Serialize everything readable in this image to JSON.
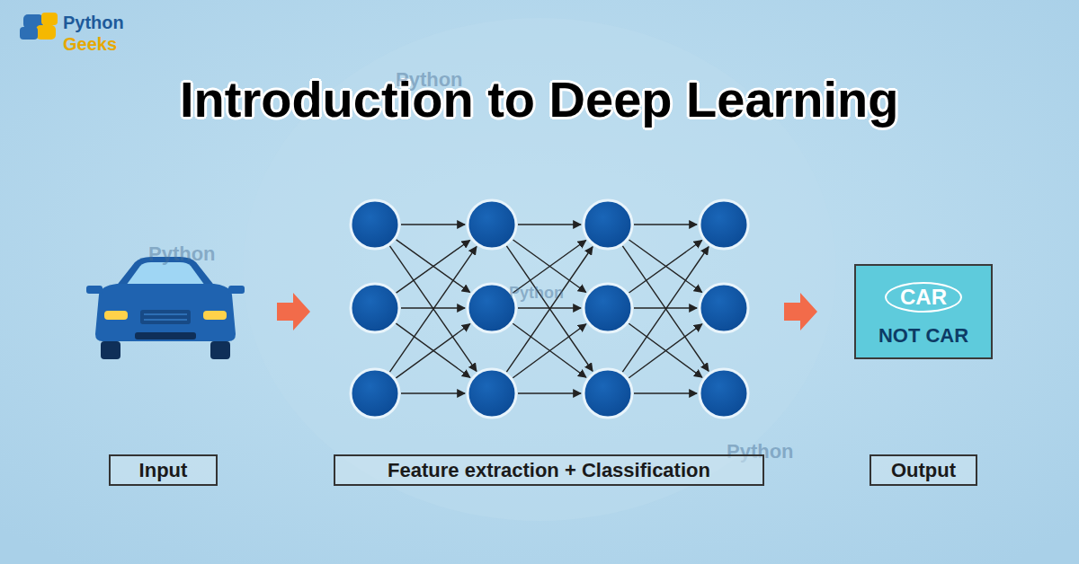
{
  "diagram": {
    "title": "Introduction to Deep Learning",
    "nodes": [
      {
        "text": [
          "NOT CAR"
        ]
      },
      {
        "text": [
          "CAR"
        ],
        "in": 0
      },
      {
        "text": [
          "Input"
        ]
      },
      {
        "text": [
          "Feature extraction + Classification"
        ]
      },
      {
        "text": [
          "Output"
        ]
      }
    ],
    "labels": [
      "Python",
      "Geeks",
      "Python",
      "Python",
      "Python",
      "Python"
    ]
  }
}
